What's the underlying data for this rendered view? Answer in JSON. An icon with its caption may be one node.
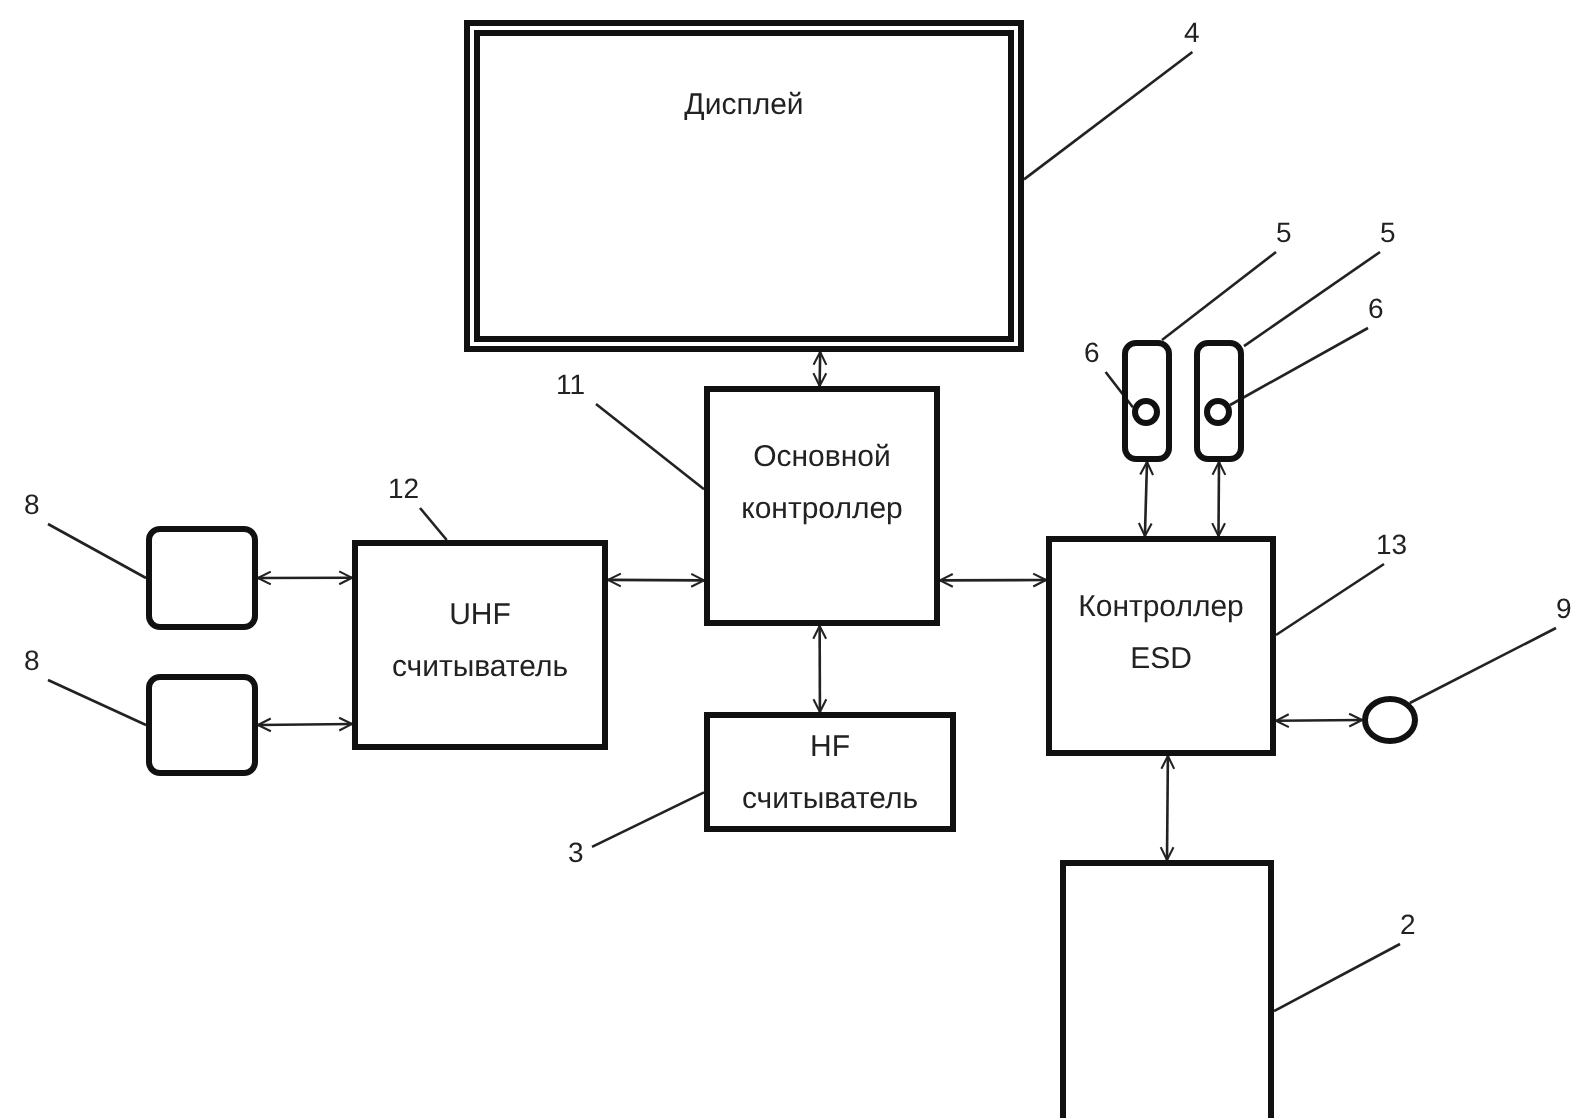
{
  "diagram": {
    "nodes": [
      {
        "text": [
          "Дисплей"
        ]
      },
      {
        "text": [
          "Основной контроллер"
        ]
      },
      {
        "text": [
          "UHF считыватель"
        ]
      },
      {
        "text": [
          "HF считыватель"
        ]
      },
      {
        "text": [
          "Контроллер ESD"
        ]
      },
      {
        "text": [],
        "shape": "box"
      },
      {
        "text": [],
        "shape": "box"
      },
      {
        "text": [],
        "shape": "box"
      },
      {
        "text": [],
        "shape": "circle",
        "in": 7
      },
      {
        "text": [],
        "shape": "box"
      },
      {
        "text": [],
        "shape": "circle",
        "in": 9
      },
      {
        "text": [],
        "shape": "circle"
      },
      {
        "text": [],
        "shape": "box"
      },
      {
        "text": [
          "4"
        ]
      },
      {
        "text": [
          "11"
        ]
      },
      {
        "text": [
          "12"
        ]
      },
      {
        "text": [
          "13"
        ]
      },
      {
        "text": [
          "3"
        ]
      },
      {
        "text": [
          "2"
        ]
      },
      {
        "text": [
          "8"
        ]
      },
      {
        "text": [
          "8"
        ]
      },
      {
        "text": [
          "5"
        ]
      },
      {
        "text": [
          "5"
        ]
      },
      {
        "text": [
          "6"
        ]
      },
      {
        "text": [
          "6"
        ]
      },
      {
        "text": [
          "9"
        ]
      }
    ],
    "edges": [
      {
        "from": 0,
        "to": 1,
        "arrow": "both"
      },
      {
        "from": 5,
        "to": 2,
        "arrow": "both"
      },
      {
        "from": 6,
        "to": 2,
        "arrow": "both"
      },
      {
        "from": 2,
        "to": 1,
        "arrow": "both"
      },
      {
        "from": 1,
        "to": 4,
        "arrow": "both"
      },
      {
        "from": 1,
        "to": 3,
        "arrow": "both"
      },
      {
        "from": 7,
        "to": 4,
        "arrow": "both"
      },
      {
        "from": 9,
        "to": 4,
        "arrow": "both"
      },
      {
        "from": 4,
        "to": 11,
        "arrow": "both"
      },
      {
        "from": 4,
        "to": 12,
        "arrow": "both"
      },
      {
        "from": 13,
        "to": 0,
        "arrow": "none"
      },
      {
        "from": 14,
        "to": 1,
        "arrow": "none"
      },
      {
        "from": 15,
        "to": 2,
        "arrow": "none"
      },
      {
        "from": 16,
        "to": 4,
        "arrow": "none"
      },
      {
        "from": 17,
        "to": 3,
        "arrow": "none"
      },
      {
        "from": 18,
        "to": 12,
        "arrow": "none"
      },
      {
        "from": 19,
        "to": 5,
        "arrow": "none"
      },
      {
        "from": 20,
        "to": 6,
        "arrow": "none"
      },
      {
        "from": 21,
        "to": 7,
        "arrow": "none"
      },
      {
        "from": 22,
        "to": 9,
        "arrow": "none"
      },
      {
        "from": 23,
        "to": 8,
        "arrow": "none"
      },
      {
        "from": 24,
        "to": 10,
        "arrow": "none"
      },
      {
        "from": 25,
        "to": 11,
        "arrow": "none"
      }
    ]
  }
}
